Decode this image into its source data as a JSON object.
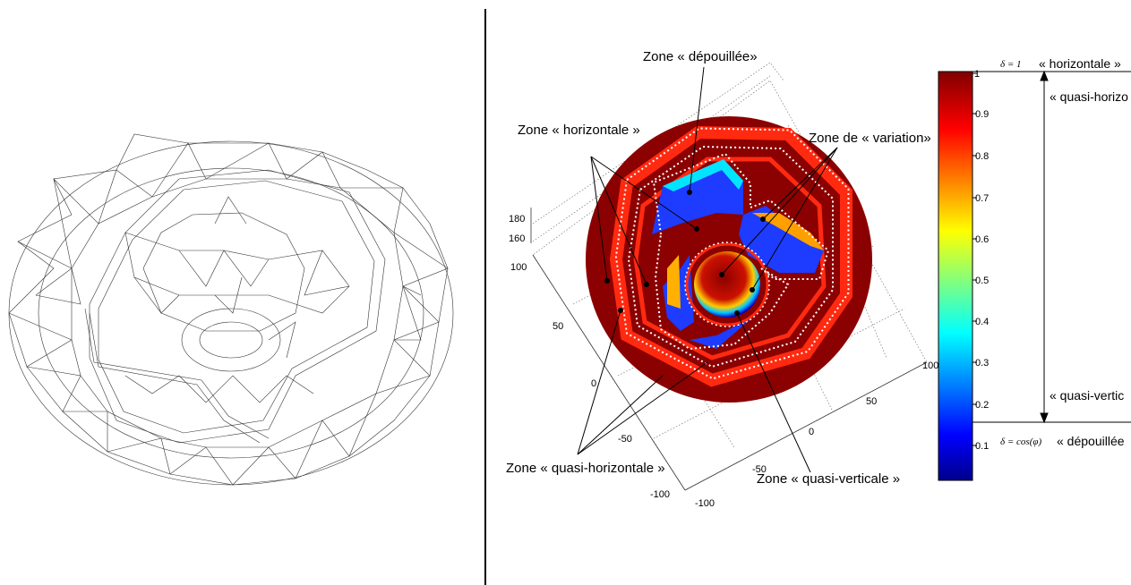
{
  "labels": {
    "zone_depouillee": "Zone « dépouillée»",
    "zone_horizontale": "Zone « horizontale »",
    "zone_variation": "Zone de « variation»",
    "zone_quasi_horizontale": "Zone « quasi-horizontale »",
    "zone_quasi_verticale": "Zone « quasi-verticale »"
  },
  "axes": {
    "z_ticks": [
      "180",
      "160"
    ],
    "y_ticks": [
      "100",
      "50",
      "0",
      "-50",
      "-100"
    ],
    "x_ticks": [
      "-100",
      "-50",
      "0",
      "50",
      "100"
    ]
  },
  "colorbar": {
    "ticks": [
      "1",
      "0.9",
      "0.8",
      "0.7",
      "0.6",
      "0.5",
      "0.4",
      "0.3",
      "0.2",
      "0.1"
    ],
    "top_formula": "δ = 1",
    "top_label": "« horizontale »",
    "quasi_horizontal": "« quasi-horizo",
    "quasi_vertical": "« quasi-vertic",
    "bottom_formula": "δ = cos(φ)",
    "bottom_label": "« dépouillée"
  },
  "colors": {
    "background_disk": "#8b0000",
    "outline": "#000000"
  }
}
